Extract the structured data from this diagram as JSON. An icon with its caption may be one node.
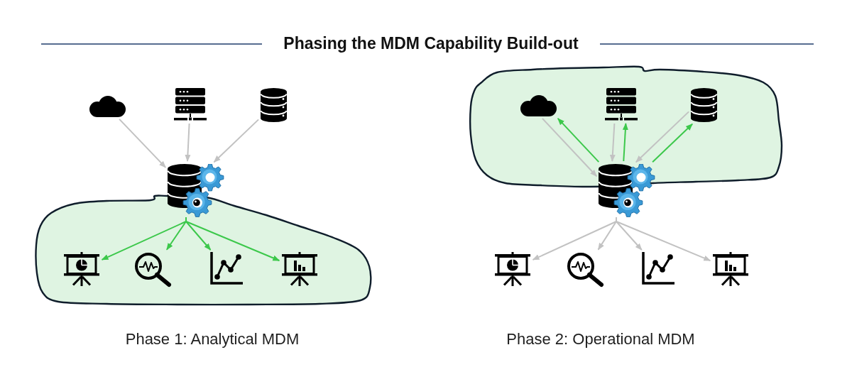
{
  "diagram": {
    "title": "Phasing the MDM Capability Build-out",
    "nodes": [
      {
        "text": [],
        "shape": "picture"
      },
      {
        "text": [],
        "shape": "picture"
      },
      {
        "text": [],
        "shape": "picture"
      },
      {
        "text": [],
        "shape": "blob"
      },
      {
        "text": [],
        "shape": "picture"
      },
      {
        "text": [],
        "shape": "picture",
        "in": 3
      },
      {
        "text": [],
        "shape": "picture",
        "in": 3
      },
      {
        "text": [],
        "shape": "picture",
        "in": 3
      },
      {
        "text": [],
        "shape": "picture",
        "in": 3
      },
      {
        "text": [],
        "shape": "blob"
      },
      {
        "text": [],
        "shape": "picture",
        "in": 9
      },
      {
        "text": [],
        "shape": "picture",
        "in": 9
      },
      {
        "text": [],
        "shape": "picture",
        "in": 9
      },
      {
        "text": [],
        "shape": "picture"
      },
      {
        "text": [],
        "shape": "picture"
      },
      {
        "text": [],
        "shape": "picture"
      },
      {
        "text": [],
        "shape": "picture"
      },
      {
        "text": [],
        "shape": "picture"
      }
    ],
    "edges": [
      {
        "from": 0,
        "to": 4,
        "arrow": "to"
      },
      {
        "from": 1,
        "to": 4,
        "arrow": "to"
      },
      {
        "from": 2,
        "to": 4,
        "arrow": "to"
      },
      {
        "from": 4,
        "to": 5,
        "arrow": "to",
        "color": "#3cc84b"
      },
      {
        "from": 4,
        "to": 6,
        "arrow": "to",
        "color": "#3cc84b"
      },
      {
        "from": 4,
        "to": 7,
        "arrow": "to",
        "color": "#3cc84b"
      },
      {
        "from": 4,
        "to": 8,
        "arrow": "to",
        "color": "#3cc84b"
      },
      {
        "from": 10,
        "to": 13,
        "arrow": "to"
      },
      {
        "from": 13,
        "to": 10,
        "arrow": "to",
        "color": "#3cc84b"
      },
      {
        "from": 11,
        "to": 13,
        "arrow": "to"
      },
      {
        "from": 13,
        "to": 11,
        "arrow": "to",
        "color": "#3cc84b"
      },
      {
        "from": 12,
        "to": 13,
        "arrow": "to"
      },
      {
        "from": 13,
        "to": 12,
        "arrow": "to",
        "color": "#3cc84b"
      },
      {
        "from": 13,
        "to": 14,
        "arrow": "to"
      },
      {
        "from": 13,
        "to": 15,
        "arrow": "to"
      },
      {
        "from": 13,
        "to": 16,
        "arrow": "to"
      },
      {
        "from": 13,
        "to": 17,
        "arrow": "to"
      }
    ],
    "labels": [
      "Phase 1: Analytical MDM",
      "Phase 2: Operational MDM"
    ]
  }
}
